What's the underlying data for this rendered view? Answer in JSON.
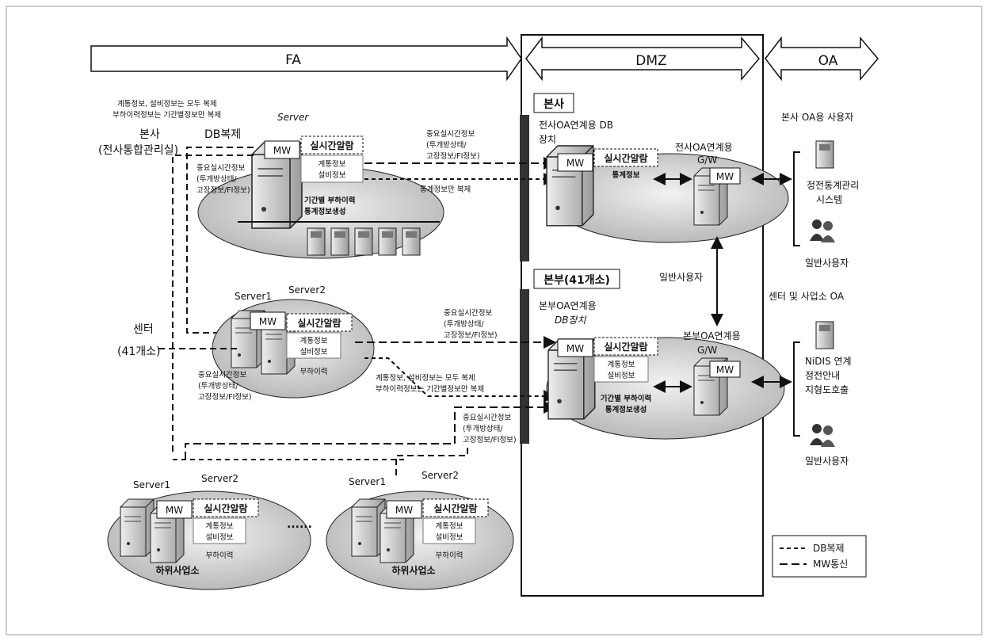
{
  "zones": {
    "fa": "FA",
    "dmz": "DMZ",
    "oa": "OA"
  },
  "hq": {
    "title_line1": "본사",
    "title_line2": "(전사통합관리실)",
    "replication_note_line1": "계통정보, 설비정보는 모두 복제",
    "replication_note_line2": "부하이력정보는 기간별정보만 복제",
    "db_replication": "DB복제",
    "server": "Server",
    "mw": "MW",
    "alarm": "실시간알람",
    "info1": "계통정보",
    "info2": "설비정보",
    "period_line1": "기간별 부하이력",
    "period_line2": "통계정보생성"
  },
  "critical": {
    "line1": "중요실시간정보",
    "line2": "(투개방상태/",
    "line3": "고장정보/FI정보)"
  },
  "stats_only": "통계정보만 복제",
  "center": {
    "title_line1": "센터",
    "title_line2": "(41개소)",
    "server1": "Server1",
    "server2": "Server2",
    "mw": "MW",
    "alarm": "실시간알람",
    "info1": "계통정보",
    "info2": "설비정보",
    "load": "부하이력",
    "note_line1": "계통정보, 설비정보는 모두 복제",
    "note_line2": "부하이력정보는 기간별정보만 복제"
  },
  "sub_offices": [
    {
      "server1": "Server1",
      "server2": "Server2",
      "mw": "MW",
      "alarm": "실시간알람",
      "info1": "계통정보",
      "info2": "설비정보",
      "load": "부하이력",
      "label": "하위사업소"
    },
    {
      "server1": "Server1",
      "server2": "Server2",
      "mw": "MW",
      "alarm": "실시간알람",
      "info1": "계통정보",
      "info2": "설비정보",
      "load": "부하이력",
      "label": "하위사업소"
    }
  ],
  "ellipsis": "......",
  "dmz_hq": {
    "tag": "본사",
    "db_line1": "전사OA연계용 DB",
    "db_line2": "장치",
    "mw": "MW",
    "alarm": "실시간알람",
    "stats": "통계정보",
    "gw_line1": "전사OA연계용",
    "gw_line2": "G/W",
    "gw_mw": "MW"
  },
  "dmz_branch": {
    "tag": "본부(41개소)",
    "db_line1": "본부OA연계용",
    "db_line2": "DB장치",
    "mw": "MW",
    "alarm": "실시간알람",
    "info1": "계통정보",
    "info2": "설비정보",
    "period_line1": "기간별 부하이력",
    "period_line2": "통계정보생성",
    "gw_line1": "본부OA연계용",
    "gw_line2": "G/W",
    "gw_mw": "MW"
  },
  "general_user_link": "일반사용자",
  "oa": {
    "hq_users": "본사 OA용 사용자",
    "stats_system_line1": "정전통계관리",
    "stats_system_line2": "시스템",
    "general_user1": "일반사용자",
    "center_oa": "센터 및 사업소 OA",
    "nidis_line1": "NiDIS 연계",
    "nidis_line2": "정전안내",
    "nidis_line3": "지형도호출",
    "general_user2": "일반사용자"
  },
  "legend": {
    "db": "DB복제",
    "mw": "MW통신"
  },
  "colors": {
    "line": "#111111",
    "platform": "#c9c9c9",
    "server": "#d6d6d6"
  }
}
